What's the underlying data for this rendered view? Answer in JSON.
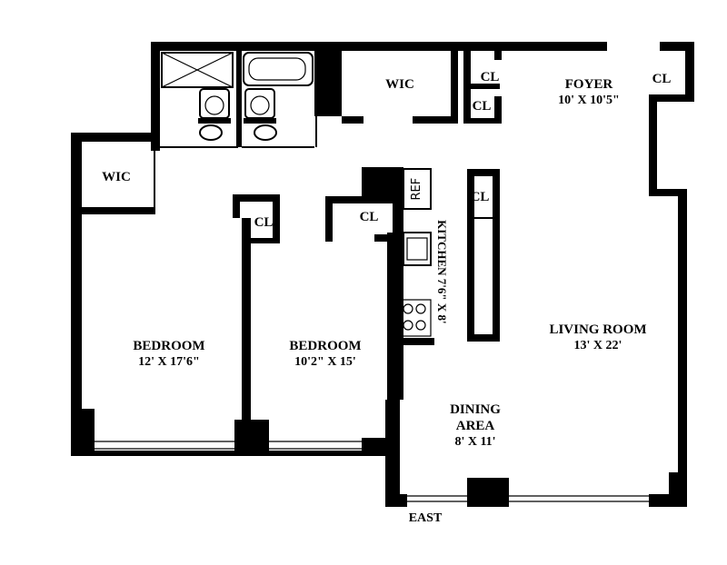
{
  "rooms": {
    "foyer": {
      "name": "FOYER",
      "dims": "10' X 10'5\""
    },
    "bedroom1": {
      "name": "BEDROOM",
      "dims": "12' X 17'6\""
    },
    "bedroom2": {
      "name": "BEDROOM",
      "dims": "10'2\" X 15'"
    },
    "living": {
      "name": "LIVING ROOM",
      "dims": "13' X 22'"
    },
    "dining": {
      "name": "DINING",
      "name2": "AREA",
      "dims": "8' X 11'"
    },
    "kitchen": {
      "text": "KITCHEN 7'6\" X 8'"
    }
  },
  "closets": {
    "wic_top": "WIC",
    "wic_left": "WIC",
    "cl_foyer_a": "CL",
    "cl_foyer_b": "CL",
    "cl_foyer_right": "CL",
    "cl_kitchen": "CL",
    "cl_bed1": "CL",
    "cl_bed2": "CL"
  },
  "appliances": {
    "ref": "REF"
  },
  "orientation": {
    "east": "EAST"
  }
}
